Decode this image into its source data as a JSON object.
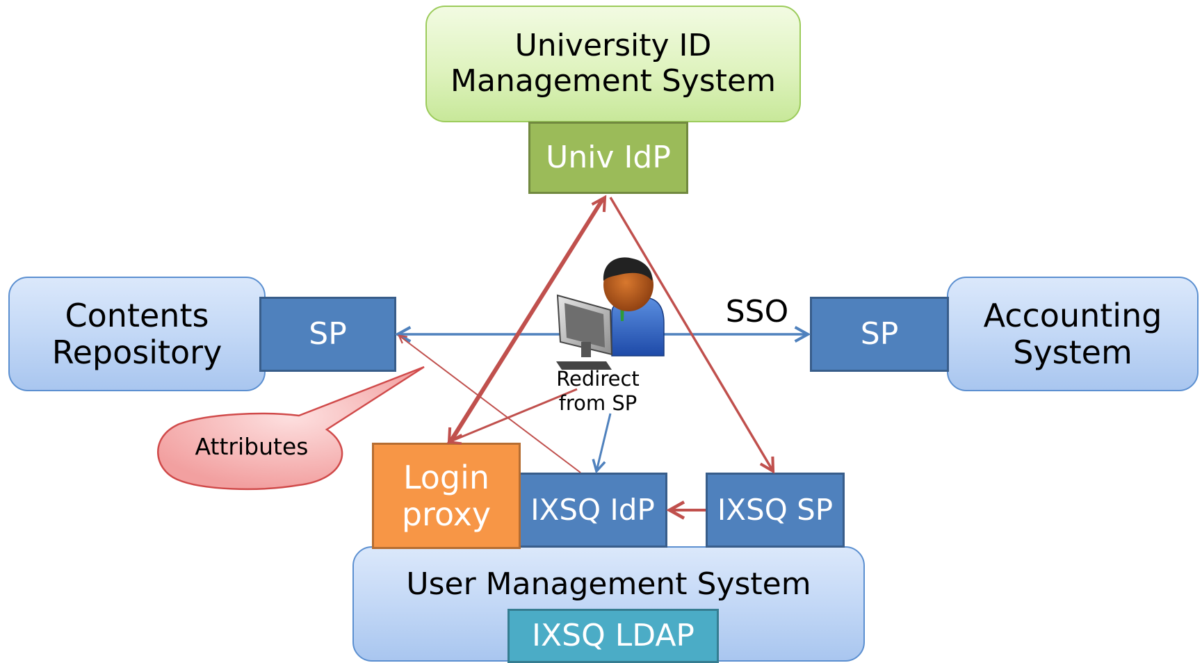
{
  "university_system": {
    "line1": "University ID",
    "line2": "Management System"
  },
  "univ_idp": "Univ IdP",
  "contents_repository": {
    "line1": "Contents",
    "line2": "Repository"
  },
  "contents_sp": "SP",
  "accounting_system": {
    "line1": "Accounting",
    "line2": "System"
  },
  "accounting_sp": "SP",
  "sso_label": "SSO",
  "redirect_label": {
    "line1": "Redirect",
    "line2": "from SP"
  },
  "attributes_label": "Attributes",
  "login_proxy": {
    "line1": "Login",
    "line2": "proxy"
  },
  "ixsq_idp": "IXSQ IdP",
  "ixsq_sp": "IXSQ SP",
  "user_management": "User Management System",
  "ixsq_ldap": "IXSQ LDAP",
  "colors": {
    "red_arrow": "#c0504d",
    "blue_arrow": "#4f81bd",
    "callout": "#f4a6a6"
  }
}
